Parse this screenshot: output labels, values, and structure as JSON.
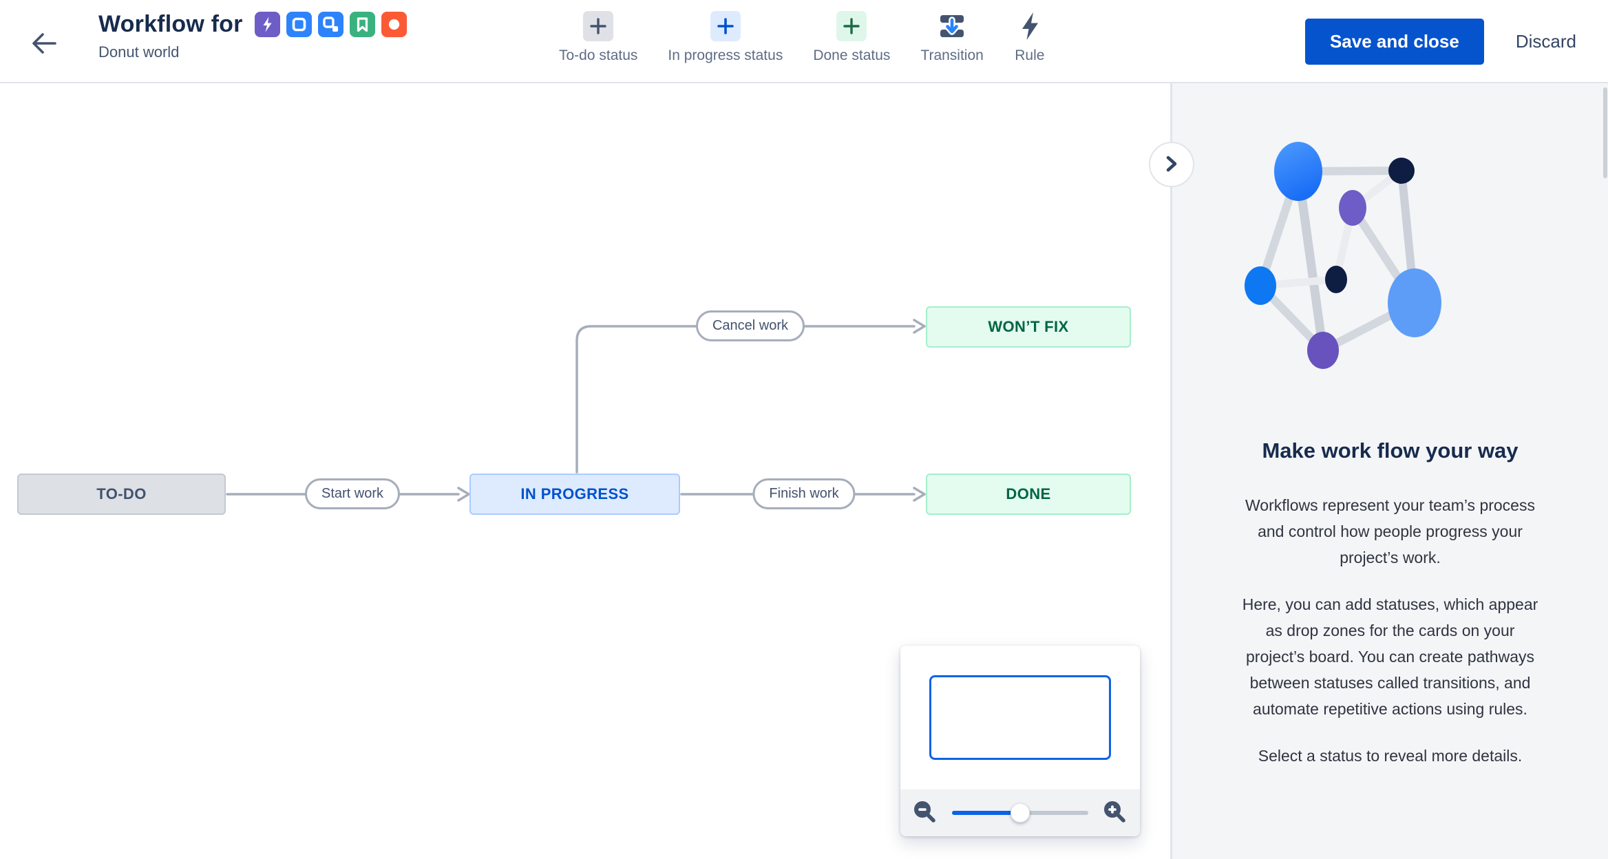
{
  "header": {
    "title": "Workflow for",
    "subtitle": "Donut world",
    "issue_types": [
      {
        "name": "epic-icon",
        "color": "#6E5DC6"
      },
      {
        "name": "task-icon",
        "color": "#2E83FB"
      },
      {
        "name": "subtask-icon",
        "color": "#2E83FB"
      },
      {
        "name": "story-icon",
        "color": "#3AB27F"
      },
      {
        "name": "bug-icon",
        "color": "#FB5A35"
      }
    ],
    "actions": {
      "save": "Save and close",
      "discard": "Discard"
    }
  },
  "toolbar": {
    "items": [
      {
        "label": "To-do status",
        "icon": "plus-gray"
      },
      {
        "label": "In progress status",
        "icon": "plus-blue"
      },
      {
        "label": "Done status",
        "icon": "plus-green"
      },
      {
        "label": "Transition",
        "icon": "transition-arrow"
      },
      {
        "label": "Rule",
        "icon": "lightning-bolt"
      }
    ]
  },
  "diagram": {
    "statuses": [
      {
        "label": "TO-DO",
        "category": "todo"
      },
      {
        "label": "IN PROGRESS",
        "category": "inprogress"
      },
      {
        "label": "DONE",
        "category": "done"
      },
      {
        "label": "WON’T FIX",
        "category": "done"
      }
    ],
    "transitions": [
      {
        "label": "Start work",
        "from": "TO-DO",
        "to": "IN PROGRESS"
      },
      {
        "label": "Finish work",
        "from": "IN PROGRESS",
        "to": "DONE"
      },
      {
        "label": "Cancel work",
        "from": "IN PROGRESS",
        "to": "WON’T FIX"
      }
    ]
  },
  "minimap": {
    "zoom_out_icon": "magnifier-minus",
    "zoom_in_icon": "magnifier-plus",
    "slider_position": "50%"
  },
  "sidebar": {
    "heading": "Make work flow your way",
    "paragraphs": [
      "Workflows represent your team’s process and control how people progress your project’s work.",
      "Here, you can add statuses, which appear as drop zones for the cards on your project’s board. You can create pathways between statuses called transitions, and automate repetitive actions using rules.",
      "Select a status to reveal more details."
    ]
  },
  "colors": {
    "primary_blue": "#0653CE",
    "todo_gray": "#DDE0E5",
    "inprogress_blue": "#DEEBFF",
    "done_green": "#E3FCEF",
    "connector_gray": "#A6ADBB",
    "viewport_blue": "#0C63E7"
  }
}
